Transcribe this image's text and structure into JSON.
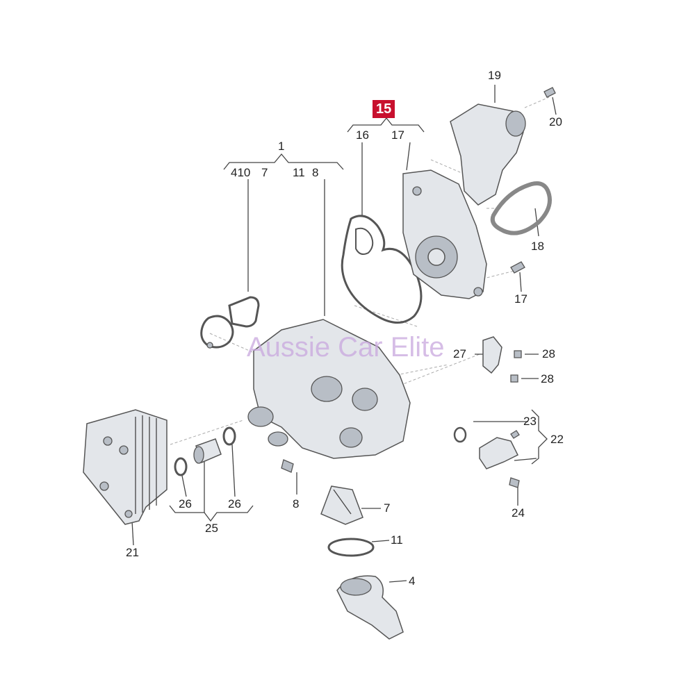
{
  "highlight_label": "15",
  "watermark": "Aussie Car Elite",
  "labels": {
    "l1": "1",
    "l410": "410",
    "l7top": "7",
    "l11top": "11",
    "l8top": "8",
    "l16": "16",
    "l17top": "17",
    "l19": "19",
    "l20": "20",
    "l18": "18",
    "l17b": "17",
    "l27": "27",
    "l28a": "28",
    "l28b": "28",
    "l23": "23",
    "l22": "22",
    "l24": "24",
    "l21": "21",
    "l26a": "26",
    "l26b": "26",
    "l25": "25",
    "l8b": "8",
    "l7b": "7",
    "l11b": "11",
    "l4": "4"
  }
}
